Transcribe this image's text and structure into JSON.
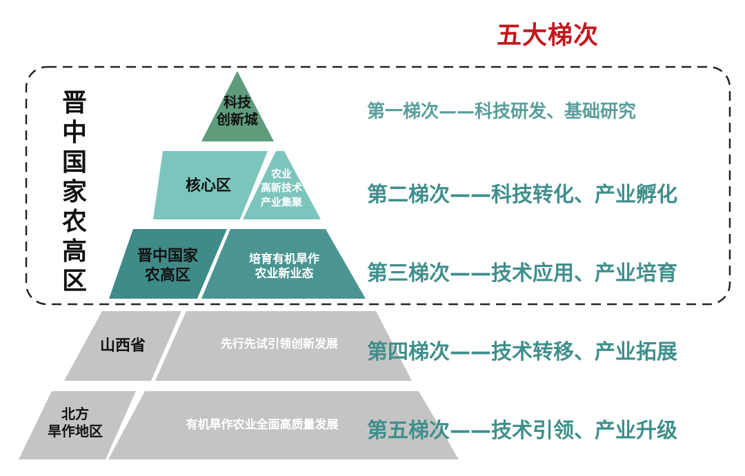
{
  "title": "五大梯次",
  "region_label": [
    "晋",
    "中",
    "国",
    "家",
    "农",
    "高",
    "区"
  ],
  "pyramid": {
    "apex": "科技\n创新城",
    "core_left": "核心区",
    "core_right": "农业\n高新技术\n产业集聚",
    "zone_left": "晋中国家\n农高区",
    "zone_right": "培育有机旱作\n农业新业态",
    "province_left": "山西省",
    "province_right": "先行先试引领创新发展",
    "north_left": "北方\n旱作地区",
    "north_right": "有机旱作农业全面高质量发展"
  },
  "tiers": [
    "第一梯次——科技研发、基础研究",
    "第二梯次——科技转化、产业孵化",
    "第三梯次——技术应用、产业培育",
    "第四梯次——技术转移、产业拓展",
    "第五梯次——技术引领、产业升级"
  ],
  "colors": {
    "title": "#c4161c",
    "apex": "#5e9c7c",
    "core": "#7cc5bd",
    "zone": "#3f8b87",
    "lower": "#c4c4c4",
    "tier_text": "#3f8f8c"
  }
}
